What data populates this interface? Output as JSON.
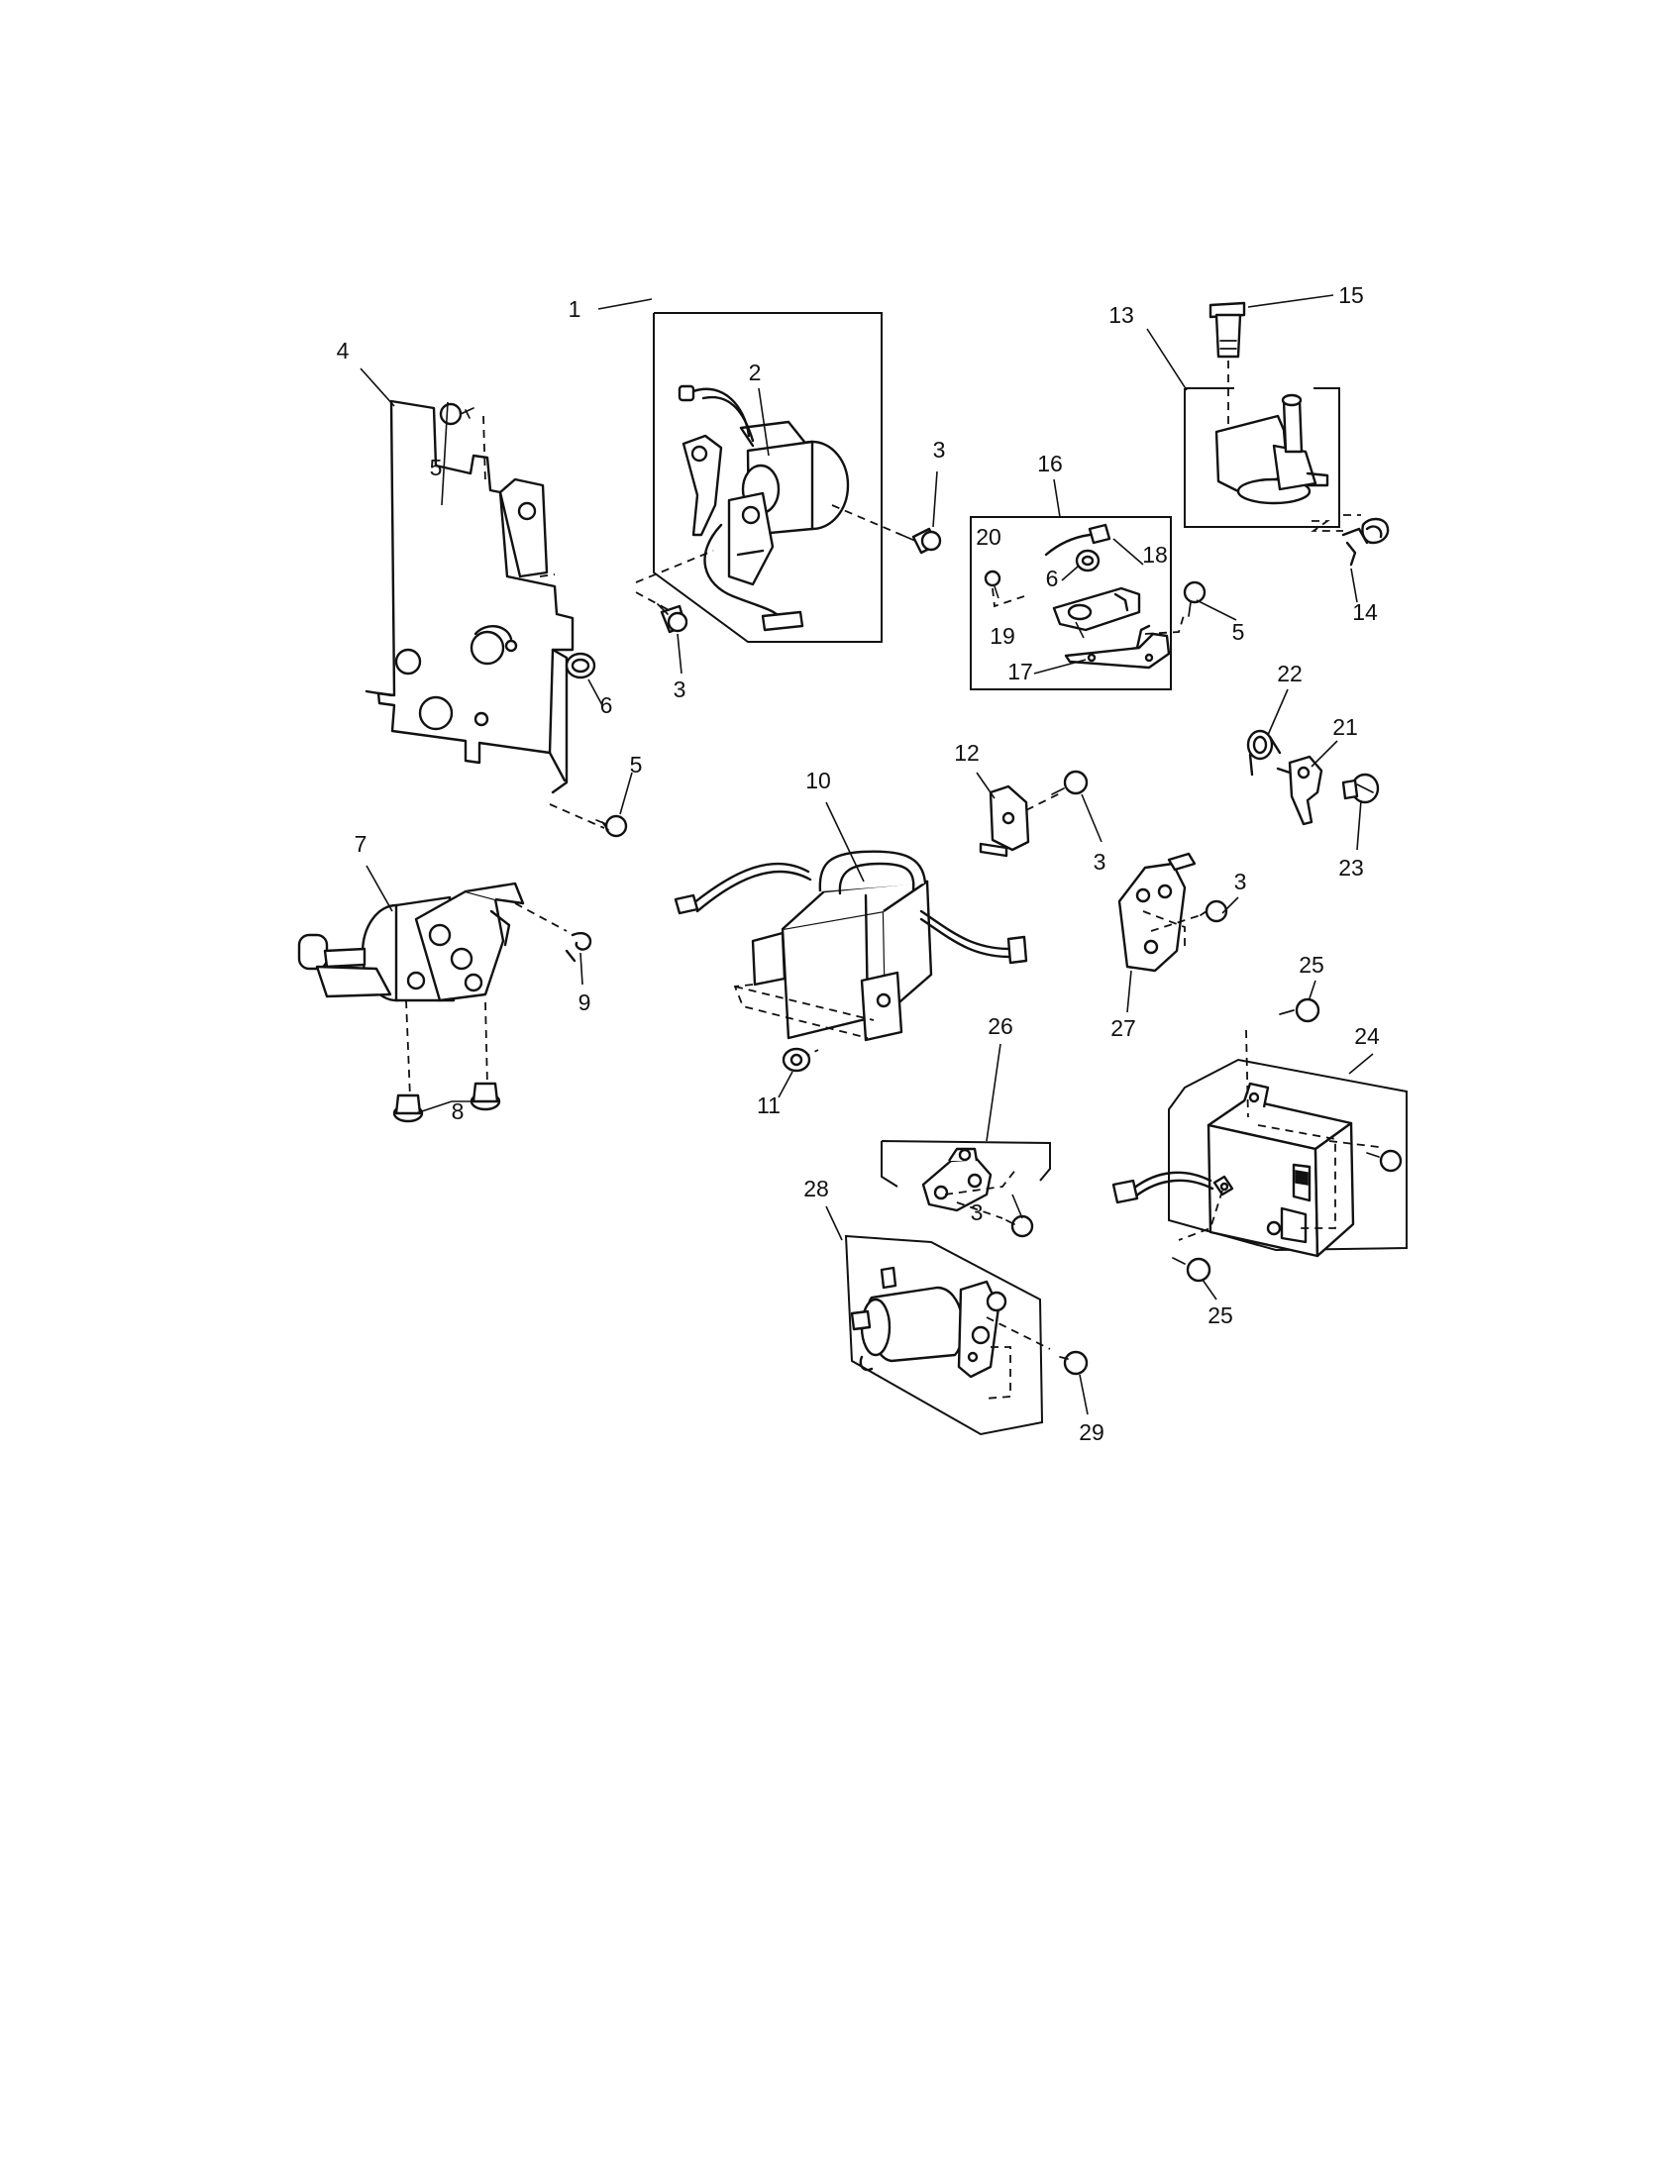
{
  "callouts": [
    {
      "id": "1",
      "label": "1"
    },
    {
      "id": "2",
      "label": "2"
    },
    {
      "id": "3a",
      "label": "3"
    },
    {
      "id": "3b",
      "label": "3"
    },
    {
      "id": "3c",
      "label": "3"
    },
    {
      "id": "3d",
      "label": "3"
    },
    {
      "id": "3e",
      "label": "3"
    },
    {
      "id": "4",
      "label": "4"
    },
    {
      "id": "5a",
      "label": "5"
    },
    {
      "id": "5b",
      "label": "5"
    },
    {
      "id": "5c",
      "label": "5"
    },
    {
      "id": "6a",
      "label": "6"
    },
    {
      "id": "6b",
      "label": "6"
    },
    {
      "id": "7",
      "label": "7"
    },
    {
      "id": "8",
      "label": "8"
    },
    {
      "id": "9",
      "label": "9"
    },
    {
      "id": "10",
      "label": "10"
    },
    {
      "id": "11",
      "label": "11"
    },
    {
      "id": "12",
      "label": "12"
    },
    {
      "id": "13",
      "label": "13"
    },
    {
      "id": "14",
      "label": "14"
    },
    {
      "id": "15",
      "label": "15"
    },
    {
      "id": "16",
      "label": "16"
    },
    {
      "id": "17",
      "label": "17"
    },
    {
      "id": "18",
      "label": "18"
    },
    {
      "id": "19",
      "label": "19"
    },
    {
      "id": "20",
      "label": "20"
    },
    {
      "id": "21",
      "label": "21"
    },
    {
      "id": "22",
      "label": "22"
    },
    {
      "id": "23",
      "label": "23"
    },
    {
      "id": "24",
      "label": "24"
    },
    {
      "id": "25a",
      "label": "25"
    },
    {
      "id": "25b",
      "label": "25"
    },
    {
      "id": "26",
      "label": "26"
    },
    {
      "id": "27",
      "label": "27"
    },
    {
      "id": "28",
      "label": "28"
    },
    {
      "id": "29",
      "label": "29"
    }
  ]
}
